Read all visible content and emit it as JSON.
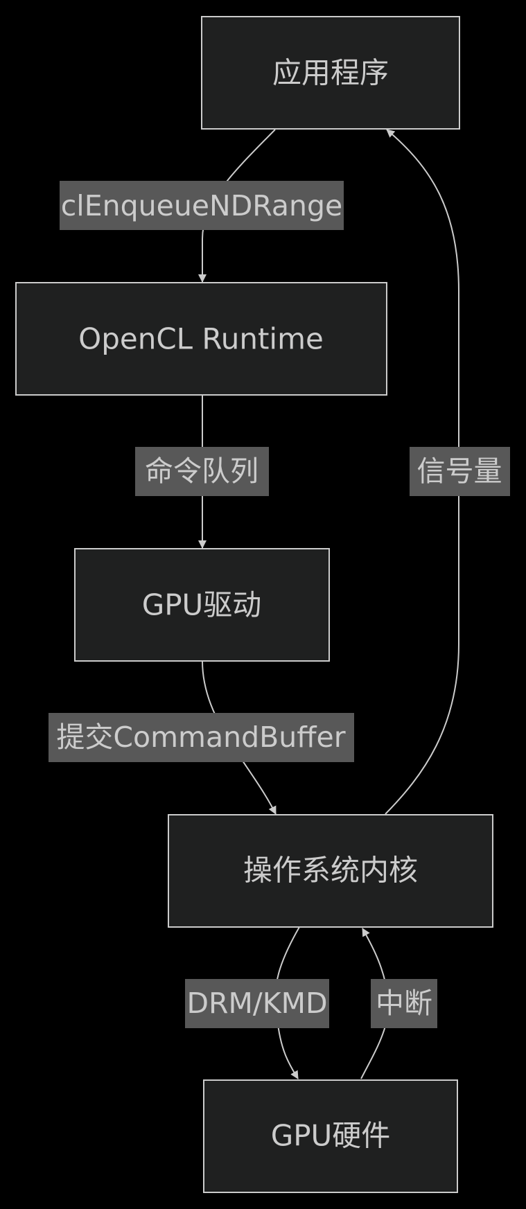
{
  "colors": {
    "background": "#000000",
    "node_fill": "#1f2020",
    "node_stroke": "#cccccc",
    "label_background": "#585858",
    "text": "#cccccc"
  },
  "nodes": {
    "app": "应用程序",
    "runtime": "OpenCL Runtime",
    "driver": "GPU驱动",
    "kernel": "操作系统内核",
    "hardware": "GPU硬件"
  },
  "edges": {
    "app_to_runtime": "clEnqueueNDRange",
    "runtime_to_driver": "命令队列",
    "driver_to_kernel": "提交CommandBuffer",
    "kernel_to_app": "信号量",
    "kernel_to_hardware": "DRM/KMD",
    "hardware_to_kernel": "中断"
  }
}
